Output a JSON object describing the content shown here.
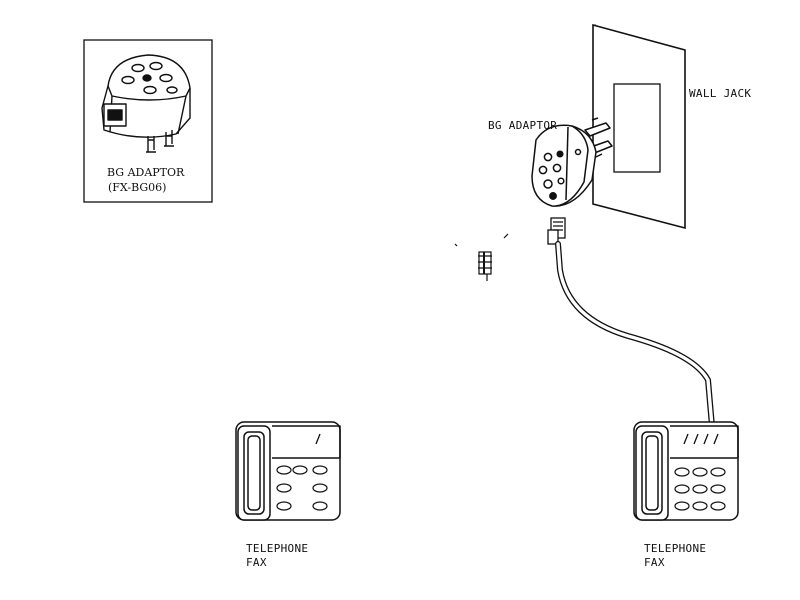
{
  "inset": {
    "name": "BG ADAPTOR",
    "model": "(FX-BG06)"
  },
  "wall_jack": {
    "label": "WALL JACK"
  },
  "adaptor": {
    "label": "BG ADAPTOR"
  },
  "left_device": {
    "line1": "TELEPHONE",
    "line2": "FAX"
  },
  "right_device": {
    "line1": "TELEPHONE",
    "line2": "FAX"
  }
}
